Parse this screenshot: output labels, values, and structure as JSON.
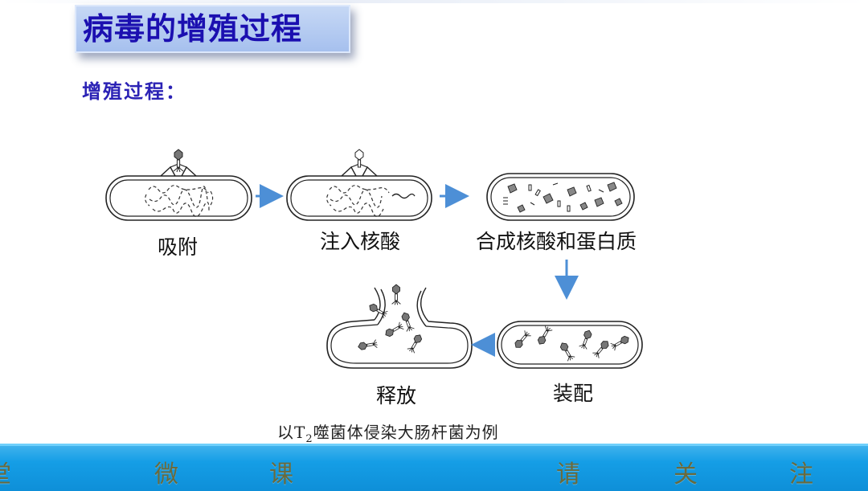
{
  "title": "病毒的增殖过程",
  "subheading": "增殖过程：",
  "stages": [
    {
      "label": "吸附"
    },
    {
      "label": "注入核酸"
    },
    {
      "label": "合成核酸和蛋白质"
    },
    {
      "label": "装配"
    },
    {
      "label": "释放"
    }
  ],
  "caption": {
    "prefix": "以T",
    "subscript": "2",
    "suffix": "噬菌体侵染大肠杆菌为例"
  },
  "footer": {
    "chars": [
      "堂",
      "微",
      "课",
      "请",
      "关",
      "注"
    ]
  },
  "colors": {
    "title_text": "#1b0fb0",
    "arrow": "#4d8fd6",
    "footer_bg": "#159ee6"
  }
}
